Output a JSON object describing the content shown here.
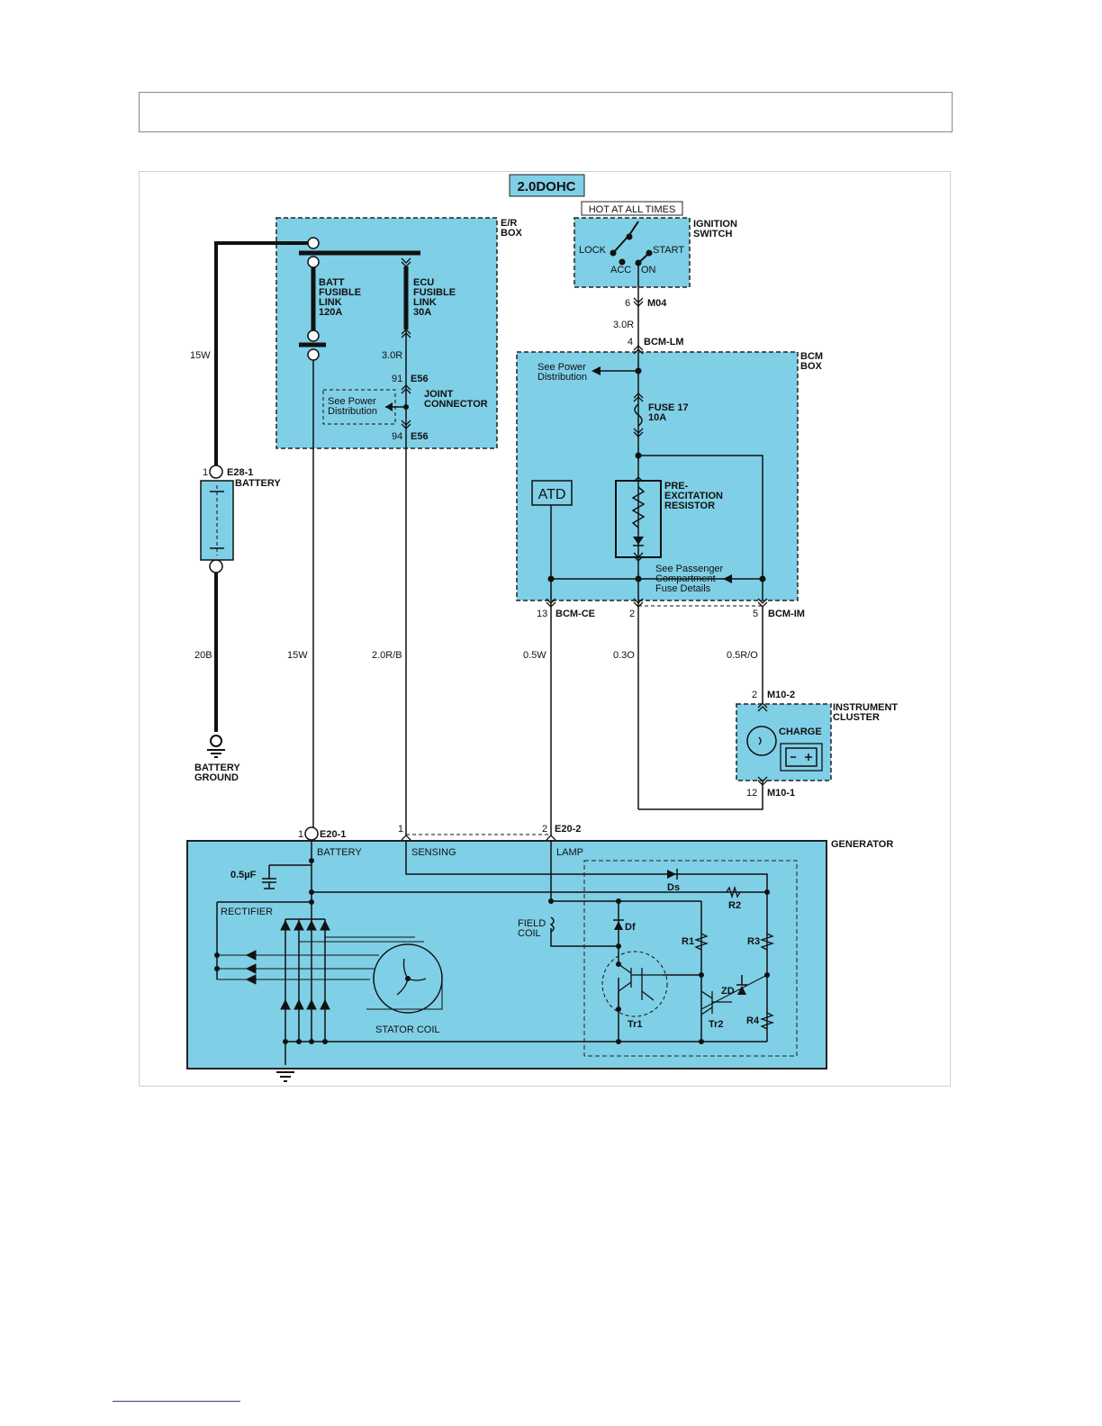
{
  "diagram": {
    "title": "2.0DOHC",
    "hot_label": "HOT AT ALL TIMES",
    "er_box": {
      "name": [
        "E/R",
        "BOX"
      ],
      "batt_link": [
        "BATT",
        "FUSIBLE",
        "LINK",
        "120A"
      ],
      "ecu_link": [
        "ECU",
        "FUSIBLE",
        "LINK",
        "30A"
      ],
      "see_power": [
        "See Power",
        "Distribution"
      ],
      "joint": [
        "JOINT",
        "CONNECTOR"
      ],
      "wire_3r": "3.0R",
      "pin_91": "91",
      "conn_e56_a": "E56",
      "pin_94": "94",
      "conn_e56_b": "E56"
    },
    "ignition": {
      "name": [
        "IGNITION",
        "SWITCH"
      ],
      "lock": "LOCK",
      "start": "START",
      "acc": "ACC",
      "on": "ON",
      "pin_6": "6",
      "conn_m04": "M04",
      "wire_3r": "3.0R",
      "pin_4": "4",
      "conn_bcm_lm": "BCM-LM"
    },
    "bcm_box": {
      "name": [
        "BCM",
        "BOX"
      ],
      "see_power": [
        "See Power",
        "Distribution"
      ],
      "fuse": [
        "FUSE 17",
        "10A"
      ],
      "atd": "ATD",
      "resistor": [
        "PRE-",
        "EXCITATION",
        "RESISTOR"
      ],
      "see_pass": [
        "See Passenger",
        "Compartment",
        "Fuse Details"
      ],
      "pin_13": "13",
      "conn_bcm_ce": "BCM-CE",
      "pin_2": "2",
      "pin_5": "5",
      "conn_bcm_im": "BCM-IM"
    },
    "battery": {
      "pin_1": "1",
      "conn": "E28-1",
      "name": "BATTERY",
      "ground": [
        "BATTERY",
        "GROUND"
      ]
    },
    "wires": {
      "w15w_top": "15W",
      "w20b": "20B",
      "w15w": "15W",
      "w20rb": "2.0R/B",
      "w05w": "0.5W",
      "w03o": "0.3O",
      "w05ro": "0.5R/O"
    },
    "cluster": {
      "name": [
        "INSTRUMENT",
        "CLUSTER"
      ],
      "pin_2": "2",
      "conn_a": "M10-2",
      "charge": "CHARGE",
      "pin_12": "12",
      "conn_b": "M10-1"
    },
    "generator": {
      "name": "GENERATOR",
      "pin_1": "1",
      "conn_a": "E20-1",
      "pin_1b": "1",
      "pin_2": "2",
      "conn_b": "E20-2",
      "battery": "BATTERY",
      "sensing": "SENSING",
      "lamp": "LAMP",
      "cap": "0.5µF",
      "rectifier": "RECTIFIER",
      "field": [
        "FIELD",
        "COIL"
      ],
      "stator": "STATOR COIL",
      "ds": "Ds",
      "r2": "R2",
      "df": "Df",
      "r1": "R1",
      "r3": "R3",
      "zd": "ZD",
      "r4": "R4",
      "tr1": "Tr1",
      "tr2": "Tr2"
    },
    "colors": {
      "box_fill": "#7fcfe6",
      "title_fill": "#7fcfe6",
      "wire": "#111111"
    }
  }
}
